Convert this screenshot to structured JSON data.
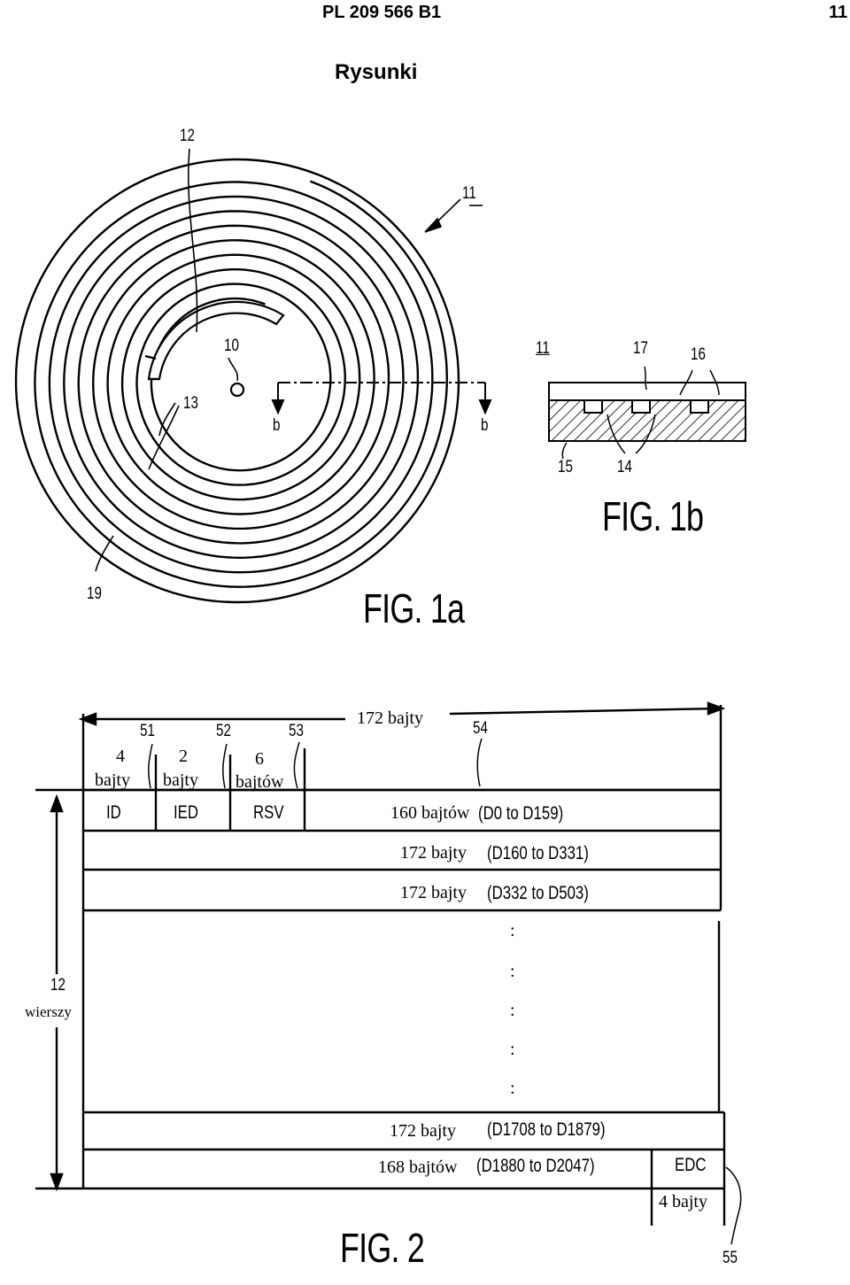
{
  "header": {
    "doc_number": "PL 209 566 B1",
    "page_number": "11"
  },
  "page_title": "Rysunki",
  "fig1a": {
    "caption": "FIG. 1a",
    "labels": {
      "r12": "12",
      "r11": "11",
      "r10": "10",
      "r13": "13",
      "b_left": "b",
      "b_right": "b",
      "r19": "19"
    }
  },
  "fig1b": {
    "caption": "FIG. 1b",
    "labels": {
      "r11": "11",
      "r17": "17",
      "r16": "16",
      "r15": "15",
      "r14": "14"
    }
  },
  "fig2": {
    "caption": "FIG. 2",
    "width_label": "172 bajty",
    "refs": {
      "r51": "51",
      "r52": "52",
      "r53": "53",
      "r54": "54",
      "r55": "55"
    },
    "field_sizes": {
      "id": [
        "4",
        "bajty"
      ],
      "ied": [
        "2",
        "bajty"
      ],
      "rsv": [
        "6",
        "bajtów"
      ]
    },
    "fields": {
      "id": "ID",
      "ied": "IED",
      "rsv": "RSV",
      "edc": "EDC"
    },
    "edc_size": "4 bajty",
    "row_count": [
      "12",
      "wierszy"
    ],
    "rows": [
      {
        "text": "160 bajtów",
        "range": "(D0 to D159)"
      },
      {
        "text": "172 bajty",
        "range": "(D160 to D331)"
      },
      {
        "text": "172 bajty",
        "range": "(D332 to D503)"
      },
      {
        "text": "172 bajty",
        "range": "(D1708 to D1879)"
      },
      {
        "text": "168 bajtów",
        "range": "(D1880 to D2047)"
      }
    ],
    "ellipsis": [
      ":",
      ":",
      ":",
      ":",
      ":"
    ]
  }
}
